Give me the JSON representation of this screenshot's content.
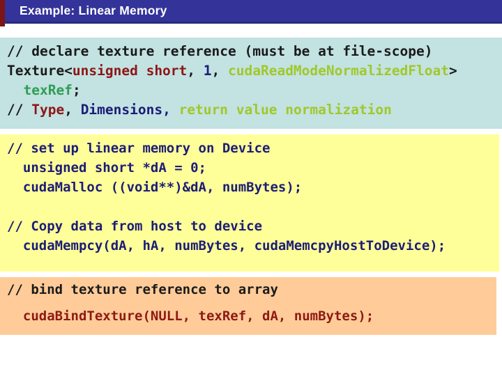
{
  "slide": {
    "title": "Example: Linear Memory"
  },
  "colors": {
    "title-bg": "#333399",
    "title-border": "#2a2a7d",
    "title-text": "#ffffff",
    "accent-strip": "#7d1416",
    "block-declare-bg": "#c3e2e2",
    "block-linear-bg": "#ffff99",
    "block-bind-bg": "#ffcc99",
    "code-black": "#1a1a1a",
    "code-darkred": "#8e1616",
    "code-navy": "#1c1c78",
    "code-green": "#2f9e52",
    "code-lime": "#a0c82a",
    "code-maroon": "#8c1a15"
  },
  "code": {
    "declare": {
      "l1": "// declare texture reference (must be at file-scope)",
      "l2s1": "Texture<",
      "l2s2": "unsigned short",
      "l2s3": ", ",
      "l2s4": "1",
      "l2s5": ", ",
      "l2s6": "cudaReadModeNormalizedFloat",
      "l2s7": ">",
      "l3s1": "  ",
      "l3s2": "texRef",
      "l3s3": ";",
      "l4s1": "// ",
      "l4s2": "Type",
      "l4s3": ", ",
      "l4s4": "Dimensions",
      "l4s5": ", ",
      "l4s6": "return value normalization"
    },
    "linear": {
      "l1": "// set up linear memory on Device",
      "l2": "  unsigned short *dA = 0;",
      "l3": "  cudaMalloc ((void**)&dA, numBytes);",
      "l4": "// Copy data from host to device",
      "l5": "  cudaMempcy(dA, hA, numBytes, cudaMemcpyHostToDevice);"
    },
    "bind": {
      "l1": "// bind texture reference to array",
      "l2": "  cudaBindTexture(NULL, texRef, dA, numBytes);"
    }
  }
}
